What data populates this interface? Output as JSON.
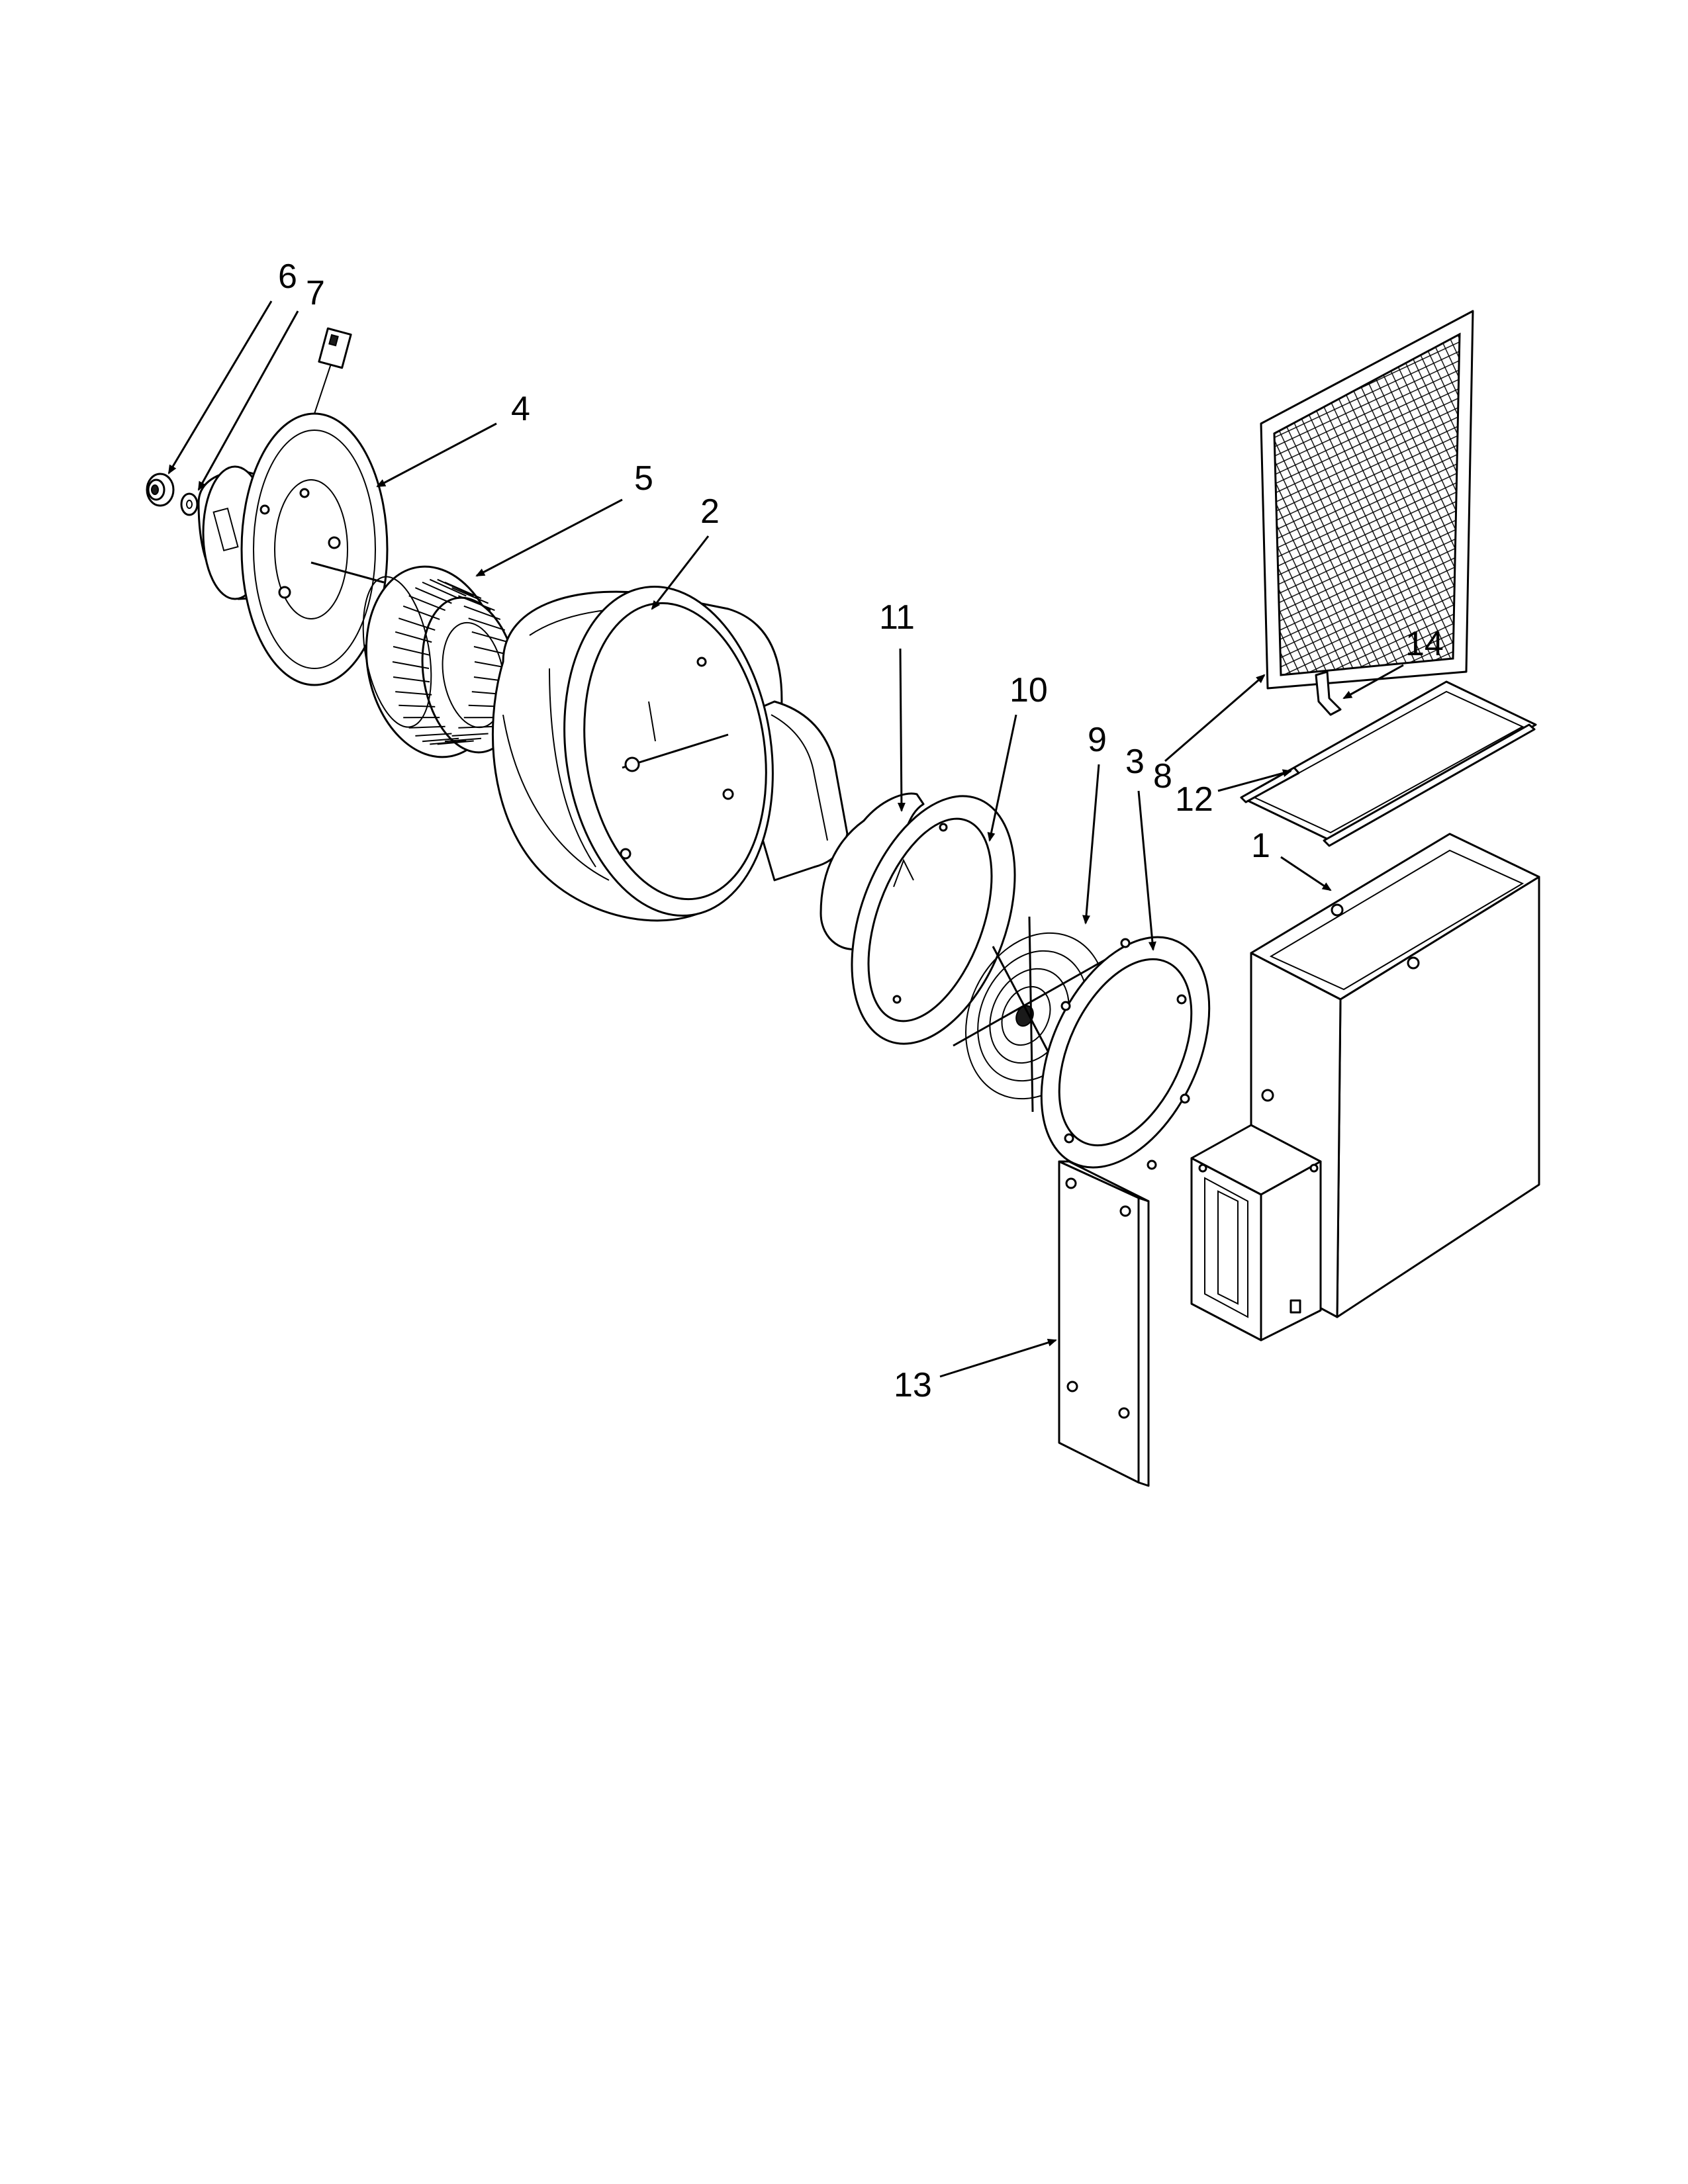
{
  "callouts": [
    {
      "id": "c1",
      "label": "1"
    },
    {
      "id": "c2",
      "label": "2"
    },
    {
      "id": "c3",
      "label": "3"
    },
    {
      "id": "c4",
      "label": "4"
    },
    {
      "id": "c5",
      "label": "5"
    },
    {
      "id": "c6",
      "label": "6"
    },
    {
      "id": "c7",
      "label": "7"
    },
    {
      "id": "c8a",
      "label": "8"
    },
    {
      "id": "c8b",
      "label": "8"
    },
    {
      "id": "c9",
      "label": "9"
    },
    {
      "id": "c10",
      "label": "10"
    },
    {
      "id": "c11",
      "label": "11"
    },
    {
      "id": "c12",
      "label": "12"
    },
    {
      "id": "c13",
      "label": "13"
    },
    {
      "id": "c14",
      "label": "14"
    }
  ]
}
